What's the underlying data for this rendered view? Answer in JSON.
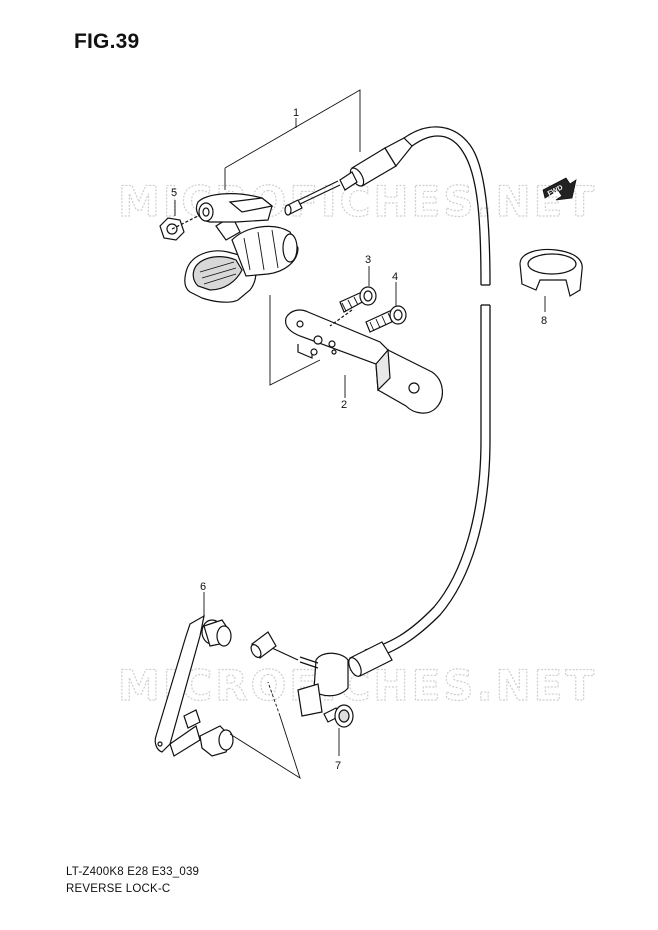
{
  "figure": {
    "title": "FIG.39",
    "model_code": "LT-Z400K8 E28 E33_039",
    "assembly_name": "REVERSE LOCK-C"
  },
  "watermark": {
    "text": "MICROFICHES.NET"
  },
  "direction_tag": {
    "text": "FWD"
  },
  "callouts": [
    {
      "number": "1",
      "part": "reverse-lock-cable-assembly"
    },
    {
      "number": "2",
      "part": "bracket-plate"
    },
    {
      "number": "3",
      "part": "screw"
    },
    {
      "number": "4",
      "part": "screw"
    },
    {
      "number": "5",
      "part": "nut"
    },
    {
      "number": "6",
      "part": "lever-arm"
    },
    {
      "number": "7",
      "part": "flange-bolt"
    },
    {
      "number": "8",
      "part": "cable-clamp"
    }
  ],
  "colors": {
    "line": "#111111",
    "watermark": "#cfcfcf",
    "background": "#ffffff"
  }
}
